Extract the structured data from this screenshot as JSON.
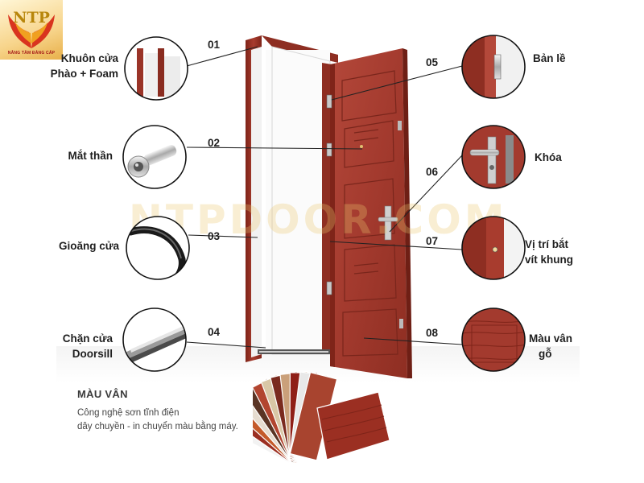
{
  "logo": {
    "letters": "NTP",
    "caption": "NÂNG TẦM ĐẲNG CẤP"
  },
  "watermark": "NTPDOOR.COM",
  "callouts": [
    {
      "number": "01",
      "label_lines": [
        "Khuôn cửa",
        "Phào + Foam"
      ],
      "icon": "frame-section-icon"
    },
    {
      "number": "02",
      "label_lines": [
        "Mắt thần"
      ],
      "icon": "door-viewer-icon"
    },
    {
      "number": "03",
      "label_lines": [
        "Gioăng cửa"
      ],
      "icon": "gasket-icon"
    },
    {
      "number": "04",
      "label_lines": [
        "Chặn cửa",
        "Doorsill"
      ],
      "icon": "doorsill-icon"
    },
    {
      "number": "05",
      "label_lines": [
        "Bản lề"
      ],
      "icon": "hinge-icon"
    },
    {
      "number": "06",
      "label_lines": [
        "Khóa"
      ],
      "icon": "lock-icon"
    },
    {
      "number": "07",
      "label_lines": [
        "Vị trí bắt",
        "vít khung"
      ],
      "icon": "frame-screw-icon"
    },
    {
      "number": "08",
      "label_lines": [
        "Màu vân",
        "gỗ"
      ],
      "icon": "wood-grain-icon"
    }
  ],
  "caption": {
    "title": "MÀU VÂN",
    "lines": [
      "Công nghệ sơn tĩnh điện",
      "dây chuyền - in chuyển màu bằng máy."
    ]
  },
  "colors": {
    "door_red": "#a33a2e",
    "door_dark": "#7f2419",
    "line": "#222222",
    "background": "#ffffff"
  },
  "swatch_colors": [
    "#f2f2f2",
    "#9b2f22",
    "#c45a2a",
    "#e6dccf",
    "#5a3424",
    "#b24530",
    "#d9c7a6",
    "#7a2a1e",
    "#caa07a",
    "#8f1f17",
    "#e8e8e8",
    "#a8442f"
  ]
}
